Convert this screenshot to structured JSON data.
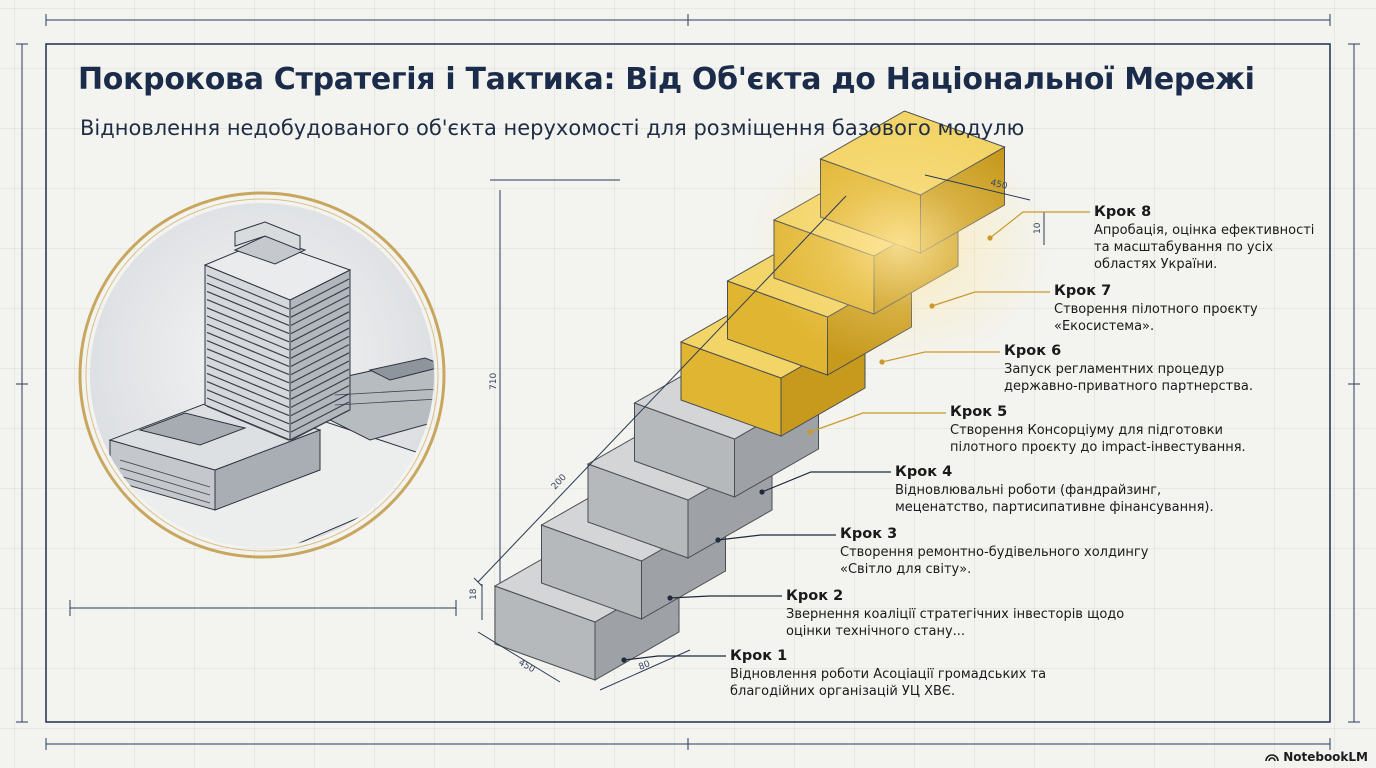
{
  "title": "Покрокова Стратегія і Тактика: Від Об'єкта до Національної Мережі",
  "subtitle": "Відновлення недобудованого об'єкта нерухомості для розміщення базового модулю",
  "dimensions": [
    "200",
    "450",
    "80",
    "18",
    "710",
    "450",
    "10"
  ],
  "steps": [
    {
      "label": "Крок 1",
      "description": "Відновлення роботи Асоціації громадських та\nблагодійних організацій УЦ ХВЄ."
    },
    {
      "label": "Крок 2",
      "description": "Звернення коаліції стратегічних інвесторів щодо\nоцінки технічного стану..."
    },
    {
      "label": "Крок 3",
      "description": "Створення ремонтно-будівельного холдингу\n«Світло для світу»."
    },
    {
      "label": "Крок 4",
      "description": "Відновлювальні роботи (фандрайзинг,\nмеценатство, партисипативне фінансування)."
    },
    {
      "label": "Крок 5",
      "description": "Створення Консорціуму для підготовки\nпілотного проєкту до impact-інвестування."
    },
    {
      "label": "Крок 6",
      "description": "Запуск регламентних процедур\nдержавно-приватного партнерства."
    },
    {
      "label": "Крок 7",
      "description": "Створення пілотного проєкту\n«Екосистема»."
    },
    {
      "label": "Крок 8",
      "description": "Апробація, оцінка ефективності\nта масштабування по усіх\nобластях України."
    }
  ],
  "brand": "NotebookLM",
  "colors": {
    "navy": "#1b2b4a",
    "gold": "#e3b62b",
    "concrete": "#b9bcbf",
    "paper": "#f3f3ef"
  }
}
